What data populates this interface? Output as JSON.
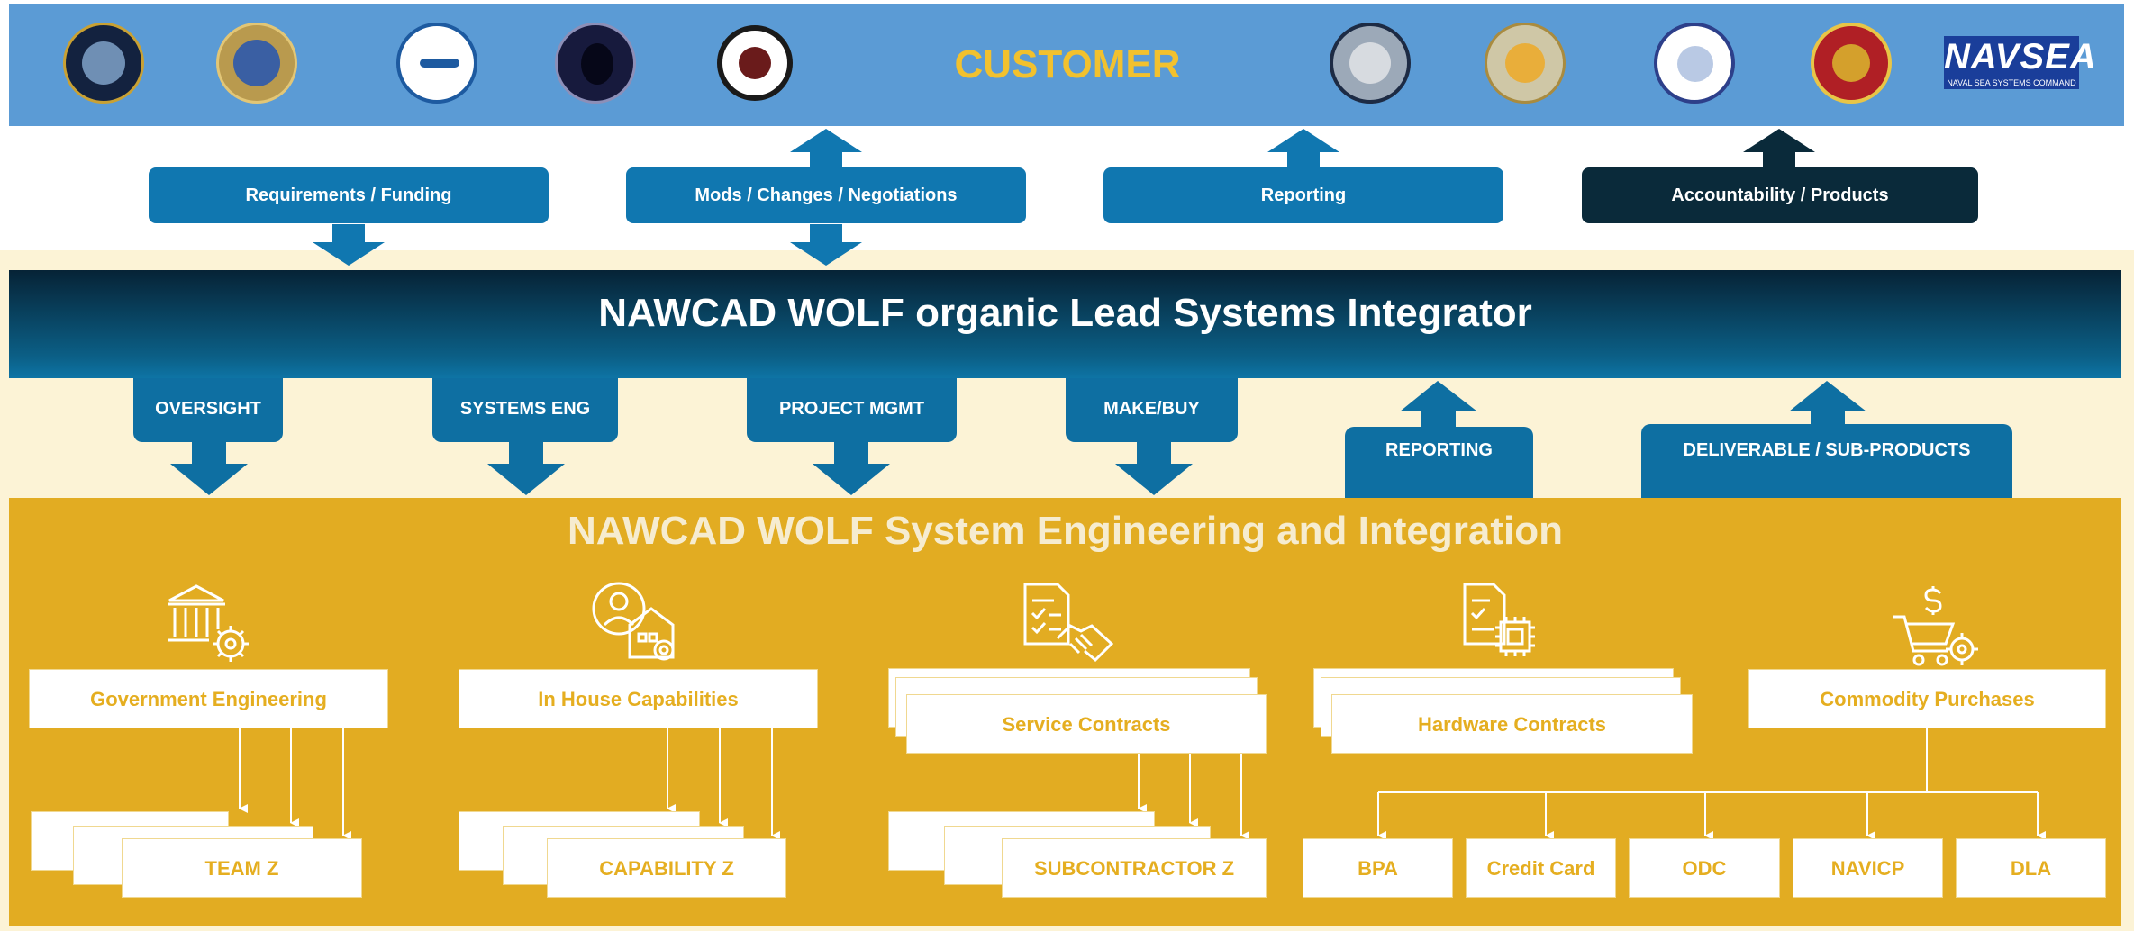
{
  "customer": {
    "title": "CUSTOMER",
    "navsea": {
      "wordmark": "NAVSEA",
      "subtitle": "NAVAL SEA SYSTEMS COMMAND"
    }
  },
  "top_boxes": {
    "requirements": "Requirements / Funding",
    "mods": "Mods / Changes / Negotiations",
    "reporting": "Reporting",
    "accountability": "Accountability / Products"
  },
  "lsi": {
    "title": "NAWCAD WOLF organic Lead Systems Integrator"
  },
  "roles": {
    "oversight": "OVERSIGHT",
    "systems_eng": "SYSTEMS ENG",
    "project_mgmt": "PROJECT MGMT",
    "make_buy": "MAKE/BUY",
    "reporting": "REPORTING",
    "deliverables": "DELIVERABLE / SUB-PRODUCTS"
  },
  "sei": {
    "title": "NAWCAD WOLF System Engineering and Integration"
  },
  "categories": {
    "gov_eng": "Government Engineering",
    "in_house": "In House Capabilities",
    "service": "Service Contracts",
    "hardware": "Hardware Contracts",
    "commodity": "Commodity Purchases"
  },
  "leaves": {
    "team_z": "TEAM Z",
    "capability_z": "CAPABILITY Z",
    "subcontractor_z": "SUBCONTRACTOR Z",
    "bpa": "BPA",
    "credit_card": "Credit Card",
    "odc": "ODC",
    "navicp": "NAVICP",
    "dla": "DLA"
  },
  "icons": [
    "government-building-gear-icon",
    "person-house-gear-icon",
    "document-handshake-icon",
    "document-chip-icon",
    "dollar-cart-gear-icon"
  ],
  "colors": {
    "banner_blue": "#5b9bd5",
    "box_blue": "#1077b0",
    "dark_navy": "#0a2a3a",
    "gold": "#e2ac22",
    "cream": "#fcf3d6",
    "customer_text": "#f2c12e"
  }
}
